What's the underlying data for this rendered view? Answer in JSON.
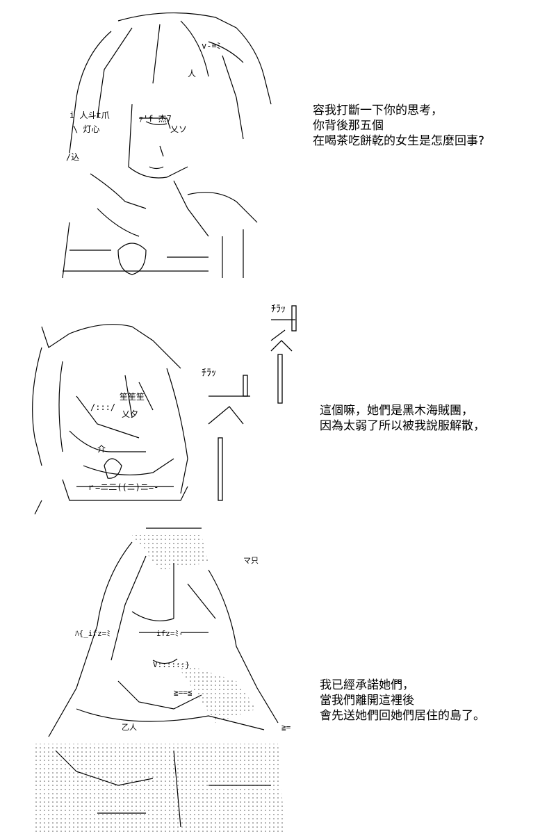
{
  "panels": [
    {
      "lines": [
        "容我打斷一下你的思考，",
        "你背後那五個",
        "在喝茶吃餅乾的女生是怎麼回事?"
      ]
    },
    {
      "lines": [
        "這個嘛，她們是黑木海賊團，",
        "因為太弱了所以被我說服解散，"
      ],
      "sfx": "ﾁﾗｯ"
    },
    {
      "lines": [
        "我已經承諾她們，",
        "當我們離開這裡後",
        "會先送她們回她們居住的島了。"
      ]
    }
  ],
  "art": {
    "line_color": "#000000",
    "dot_color": "#555555"
  }
}
